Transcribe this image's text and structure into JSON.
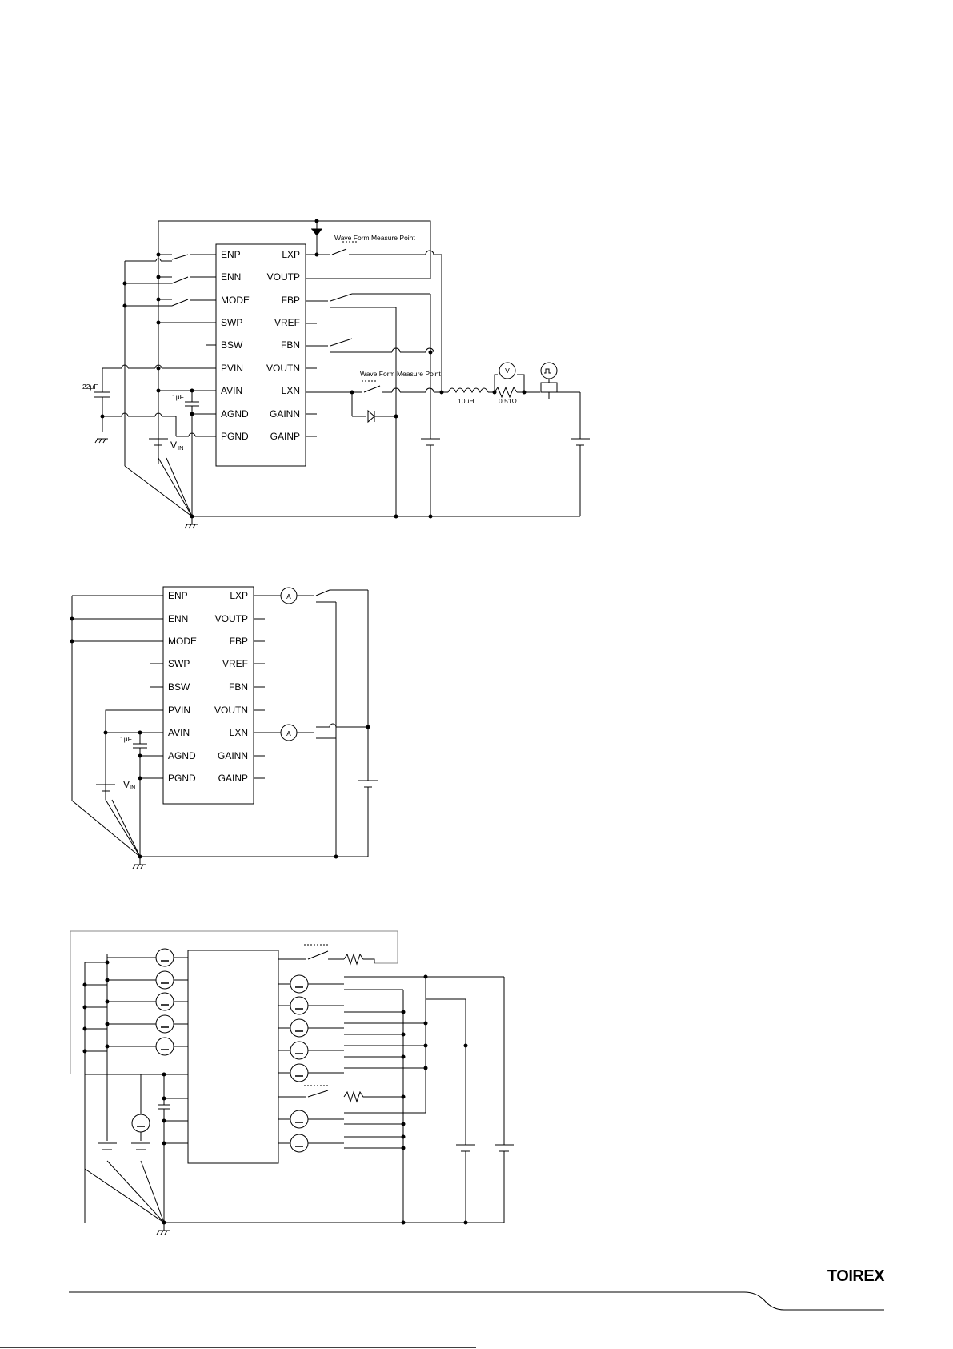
{
  "logo": "TOIREX",
  "circuit1": {
    "left_pins": [
      "ENP",
      "ENN",
      "MODE",
      "SWP",
      "BSW",
      "PVIN",
      "AVIN",
      "AGND",
      "PGND"
    ],
    "right_pins": [
      "LXP",
      "VOUTP",
      "FBP",
      "VREF",
      "FBN",
      "VOUTN",
      "LXN",
      "GAINN",
      "GAINP"
    ],
    "wave_point_1": "Wave Form Measure Point",
    "wave_point_2": "Wave Form Measure Point",
    "cap_in": "22μF",
    "cap_avin": "1μF",
    "vin": "V",
    "vin_sub": "IN",
    "inductor": "10μH",
    "resistor": "0.51Ω",
    "meter_v": "V"
  },
  "circuit2": {
    "left_pins": [
      "ENP",
      "ENN",
      "MODE",
      "SWP",
      "BSW",
      "PVIN",
      "AVIN",
      "AGND",
      "PGND"
    ],
    "right_pins": [
      "LXP",
      "VOUTP",
      "FBP",
      "VREF",
      "FBN",
      "VOUTN",
      "LXN",
      "GAINN",
      "GAINP"
    ],
    "cap_avin": "1μF",
    "vin": "V",
    "vin_sub": "IN",
    "ammeter_1": "A",
    "ammeter_2": "A"
  }
}
